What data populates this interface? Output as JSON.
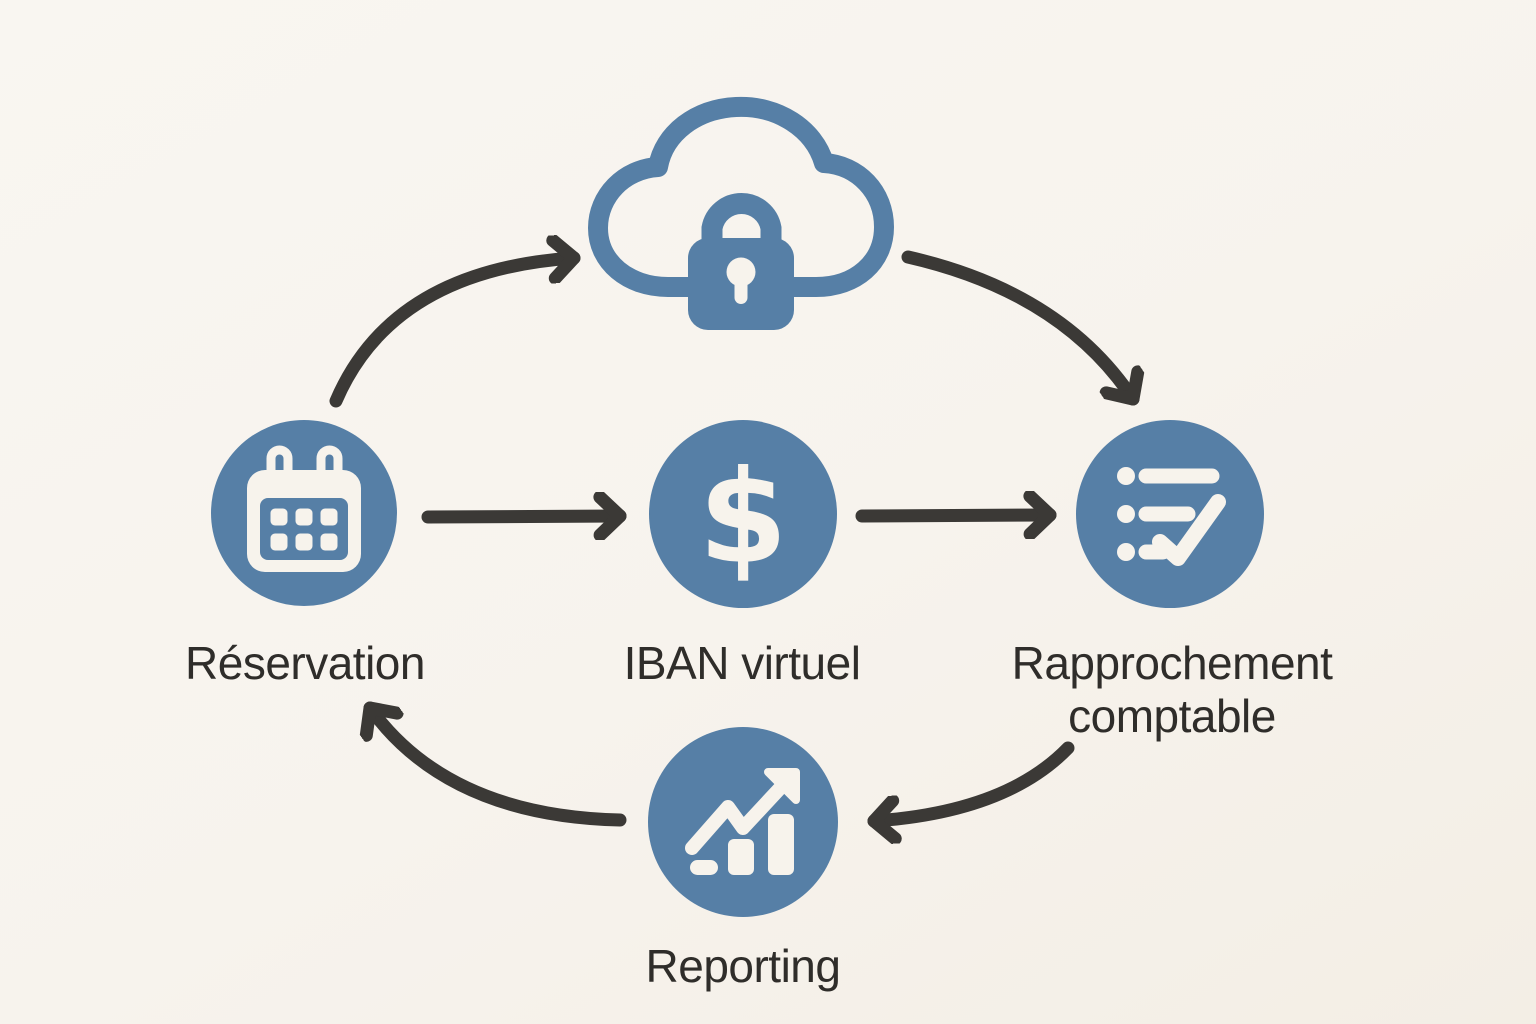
{
  "diagram": {
    "background_color": "#f7f3ed",
    "accent_blue": "#567fa6",
    "icon_white": "#f7f3ec",
    "arrow_color": "#3b3936",
    "text_color": "#2f2d2a",
    "nodes": [
      {
        "id": "cloud-security",
        "icon": "cloud-lock-icon",
        "label": ""
      },
      {
        "id": "reservation",
        "icon": "calendar-icon",
        "label": "Réservation"
      },
      {
        "id": "iban-virtuel",
        "icon": "dollar-icon",
        "glyph": "$",
        "label": "IBAN virtuel"
      },
      {
        "id": "rapprochement-comptable",
        "icon": "checklist-icon",
        "label": "Rapprochement comptable"
      },
      {
        "id": "reporting",
        "icon": "bar-chart-icon",
        "label": "Reporting"
      }
    ],
    "edges": [
      {
        "from": "reservation",
        "to": "cloud-security",
        "style": "curved"
      },
      {
        "from": "cloud-security",
        "to": "rapprochement-comptable",
        "style": "curved"
      },
      {
        "from": "reservation",
        "to": "iban-virtuel",
        "style": "straight"
      },
      {
        "from": "iban-virtuel",
        "to": "rapprochement-comptable",
        "style": "straight"
      },
      {
        "from": "rapprochement-comptable",
        "to": "reporting",
        "style": "curved"
      },
      {
        "from": "reporting",
        "to": "reservation",
        "style": "curved"
      }
    ]
  }
}
